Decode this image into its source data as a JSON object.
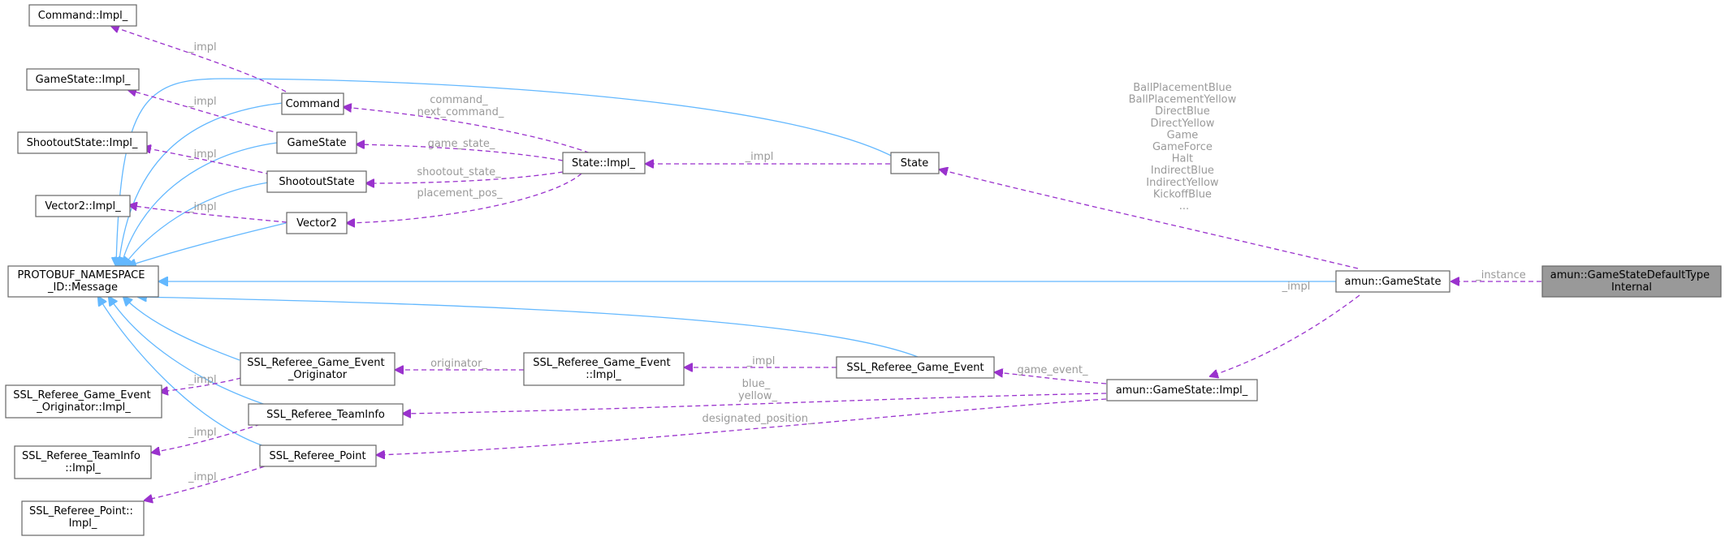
{
  "nodes": {
    "command_impl": "Command::Impl_",
    "gamestate_impl": "GameState::Impl_",
    "shootoutstate_impl": "ShootoutState::Impl_",
    "vector2_impl": "Vector2::Impl_",
    "message": [
      "PROTOBUF_NAMESPACE",
      "_ID::Message"
    ],
    "command": "Command",
    "gamestate": "GameState",
    "shootoutstate": "ShootoutState",
    "vector2": "Vector2",
    "state_impl": "State::Impl_",
    "state": "State",
    "amun_gamestate": "amun::GameState",
    "default_type_internal": [
      "amun::GameStateDefaultType",
      "Internal"
    ],
    "originator_impl": [
      "SSL_Referee_Game_Event",
      "_Originator::Impl_"
    ],
    "originator": [
      "SSL_Referee_Game_Event",
      "_Originator"
    ],
    "teaminfo": "SSL_Referee_TeamInfo",
    "teaminfo_impl": [
      "SSL_Referee_TeamInfo",
      "::Impl_"
    ],
    "point": "SSL_Referee_Point",
    "point_impl": [
      "SSL_Referee_Point::",
      "Impl_"
    ],
    "game_event_impl": [
      "SSL_Referee_Game_Event",
      "::Impl_"
    ],
    "game_event": "SSL_Referee_Game_Event",
    "amun_gamestate_impl": "amun::GameState::Impl_"
  },
  "edge_labels": {
    "impl": "_impl",
    "command_next": [
      "command_",
      "next_command_"
    ],
    "game_state": "game_state_",
    "shootout_state": "shootout_state_",
    "placement_pos": "placement_pos_",
    "instance": "_instance",
    "originator": "originator_",
    "game_event": "game_event_",
    "blue_yellow": [
      "blue_",
      "yellow_"
    ],
    "designated_position": "designated_position_",
    "enum_values": [
      "BallPlacementBlue",
      "BallPlacementYellow",
      "DirectBlue",
      "DirectYellow",
      "Game",
      "GameForce",
      "Halt",
      "IndirectBlue",
      "IndirectYellow",
      "KickoffBlue",
      "..."
    ]
  },
  "colors": {
    "inheritance": "#63b8ff",
    "usage": "#9a32cd",
    "label": "#9a9a9a",
    "highlight_fill": "#999999"
  }
}
